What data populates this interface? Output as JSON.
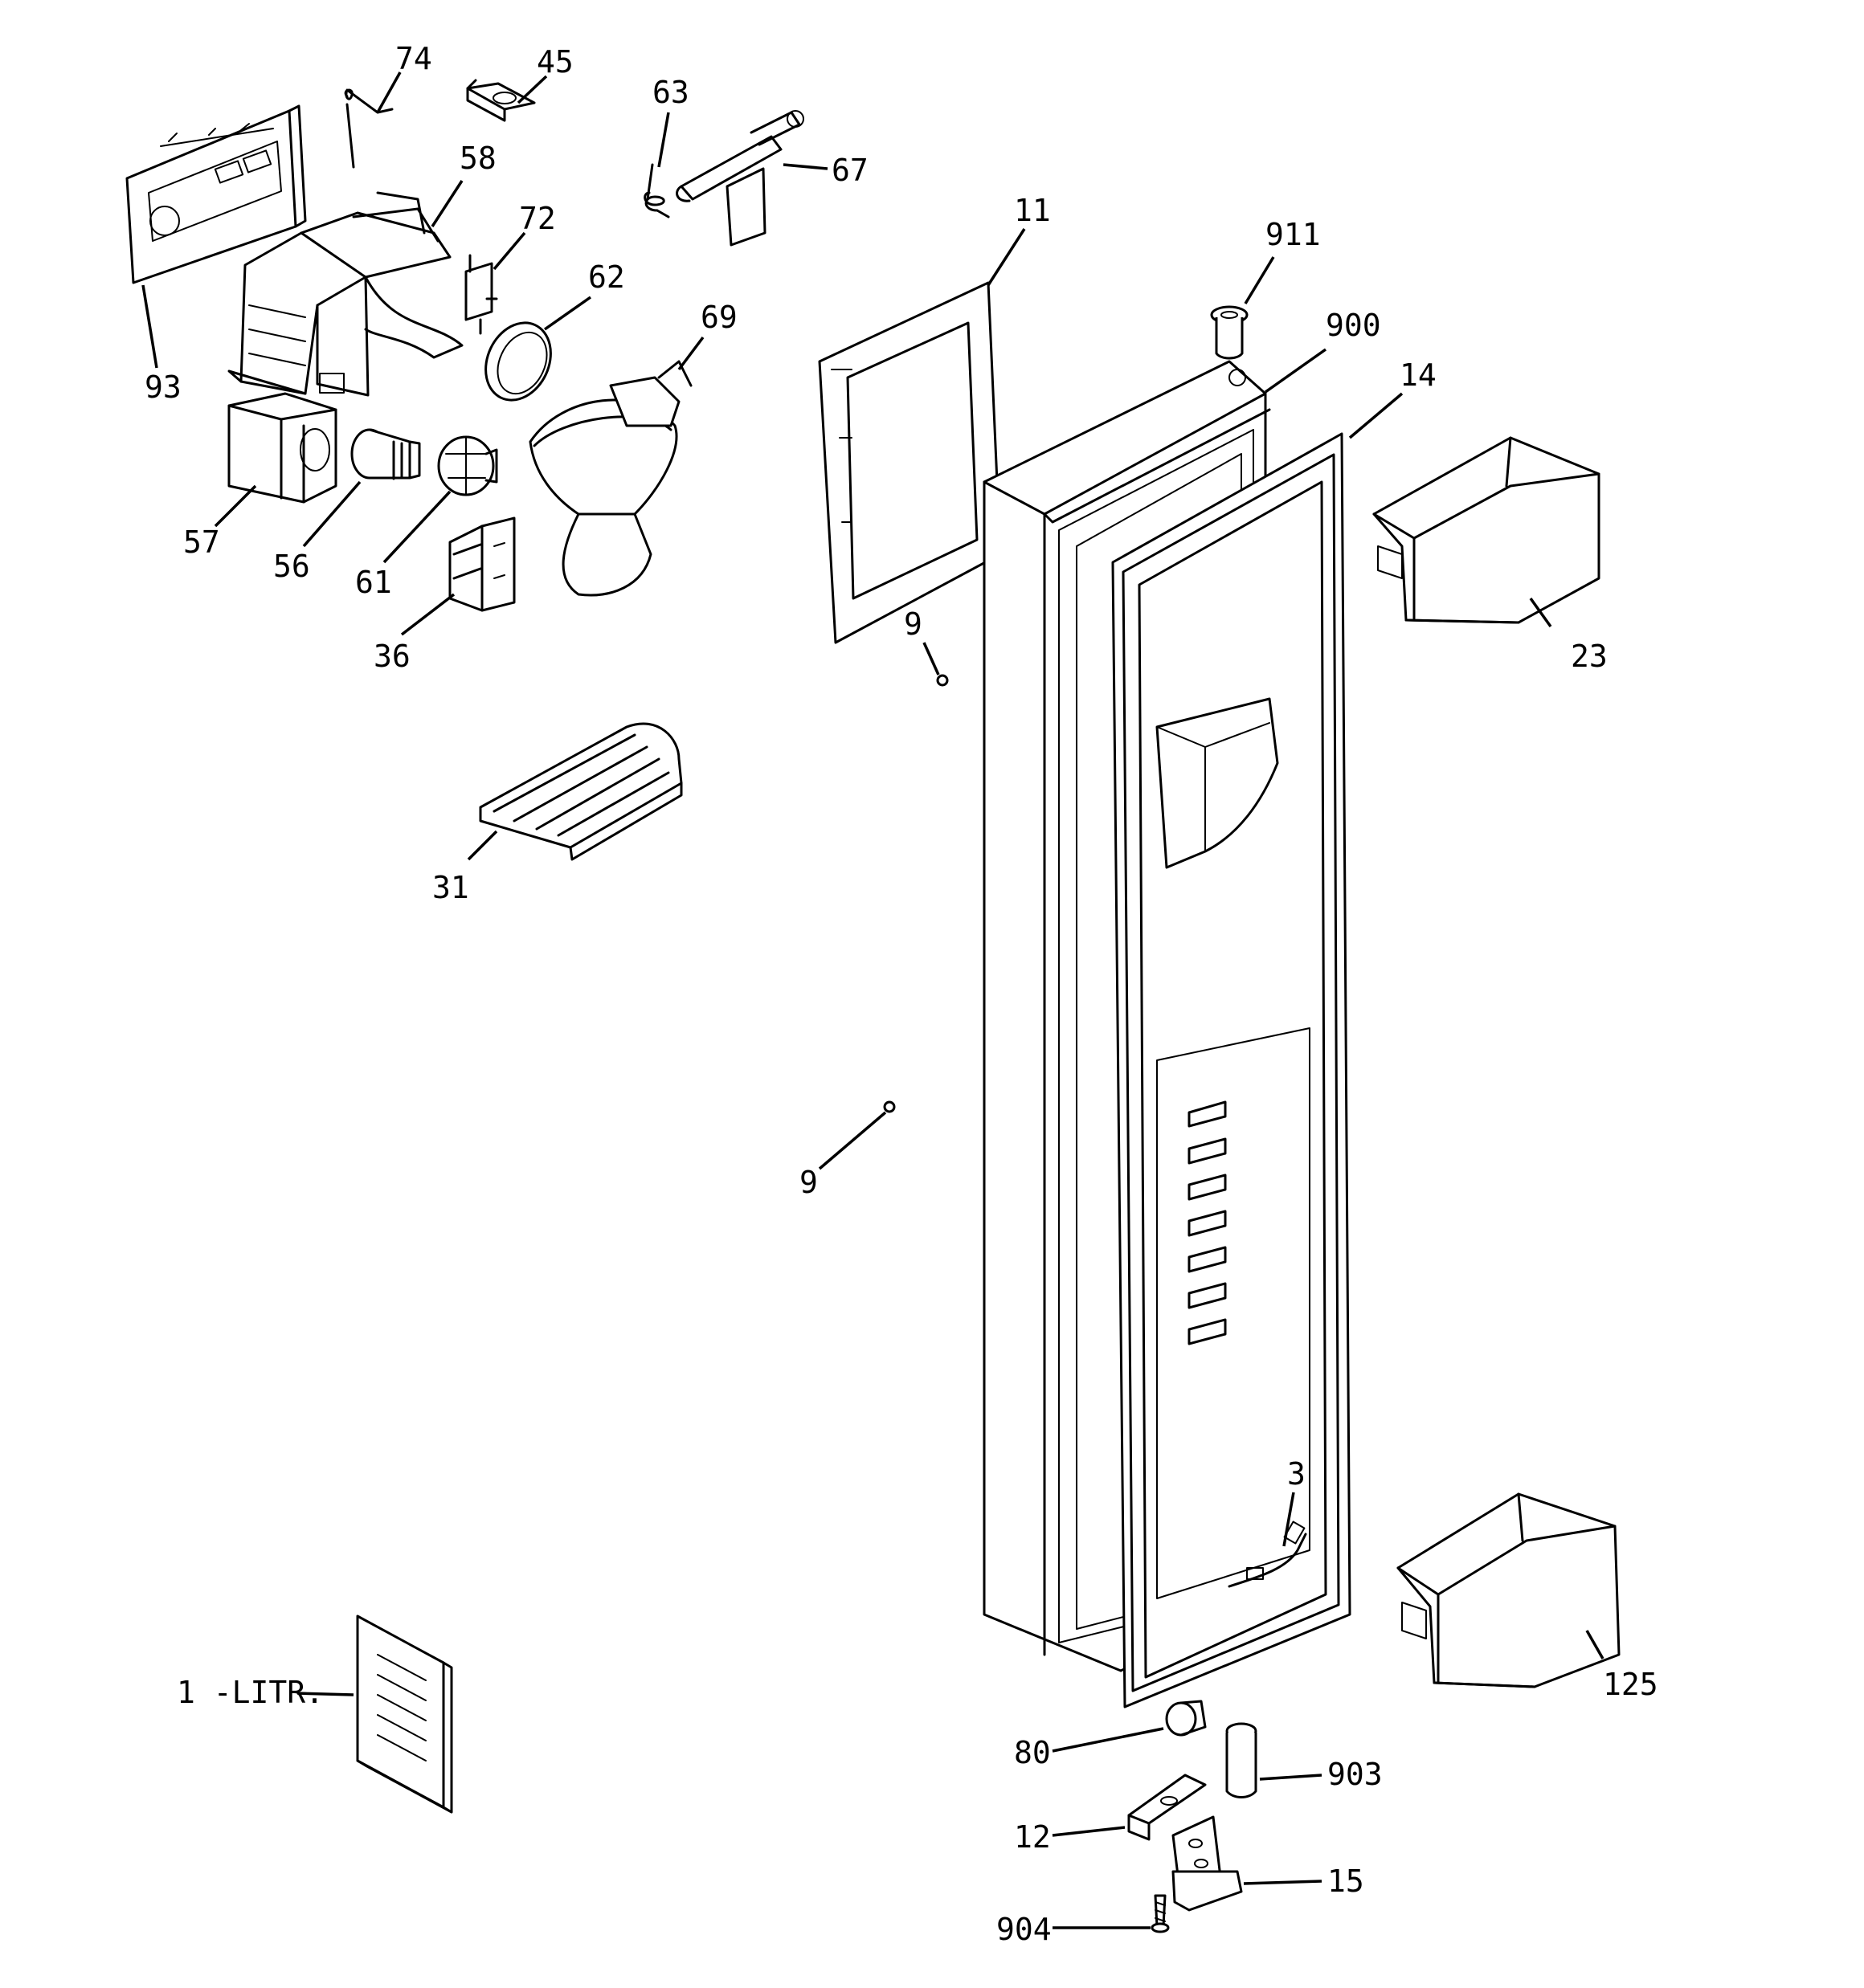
{
  "callouts": {
    "c74": "74",
    "c45": "45",
    "c63": "63",
    "c67": "67",
    "c58": "58",
    "c72": "72",
    "c62": "62",
    "c69": "69",
    "c93": "93",
    "c11": "11",
    "c911": "911",
    "c900": "900",
    "c14": "14",
    "c57": "57",
    "c56": "56",
    "c61": "61",
    "c36": "36",
    "c9a": "9",
    "c23": "23",
    "c31": "31",
    "c9b": "9",
    "c3": "3",
    "c1": "1 -LITR.",
    "c125": "125",
    "c80": "80",
    "c903": "903",
    "c12": "12",
    "c15": "15",
    "c904": "904"
  }
}
